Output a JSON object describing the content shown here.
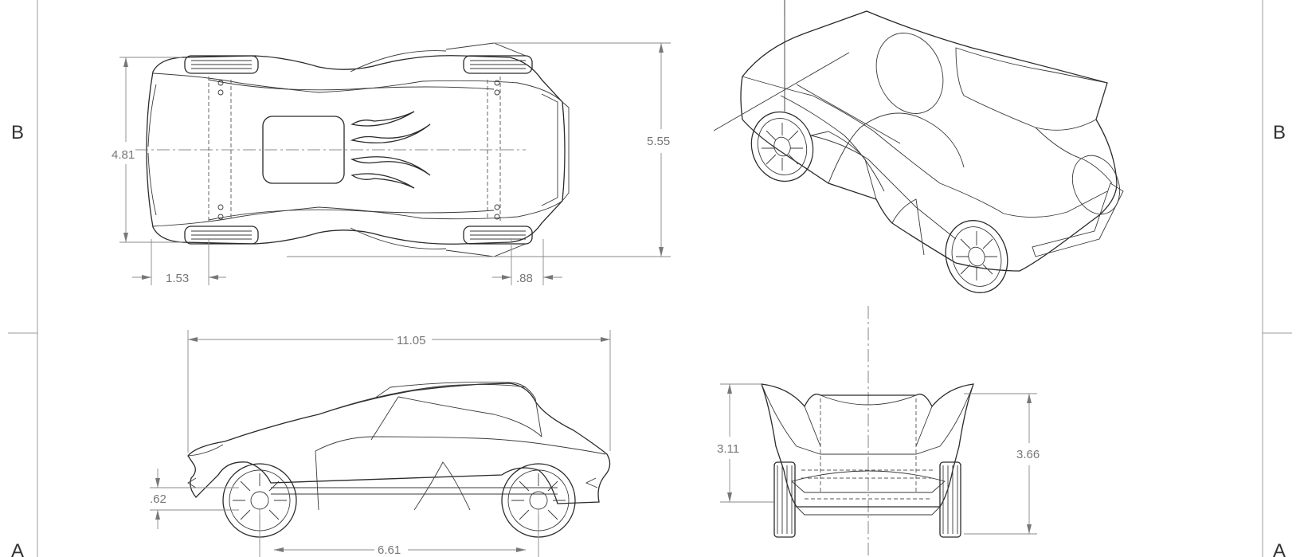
{
  "zones": {
    "left_upper": "B",
    "right_upper": "B",
    "left_lower": "A",
    "right_lower": "A"
  },
  "top_view": {
    "dim_width": "4.81",
    "dim_overall_width": "5.55",
    "dim_front_offset": "1.53",
    "dim_rear_offset": ".88"
  },
  "side_view": {
    "dim_length": "11.05",
    "dim_ground_clearance": ".62",
    "dim_wheelbase": "6.61"
  },
  "rear_view": {
    "dim_height": "3.11",
    "dim_overall_height": "3.66"
  }
}
